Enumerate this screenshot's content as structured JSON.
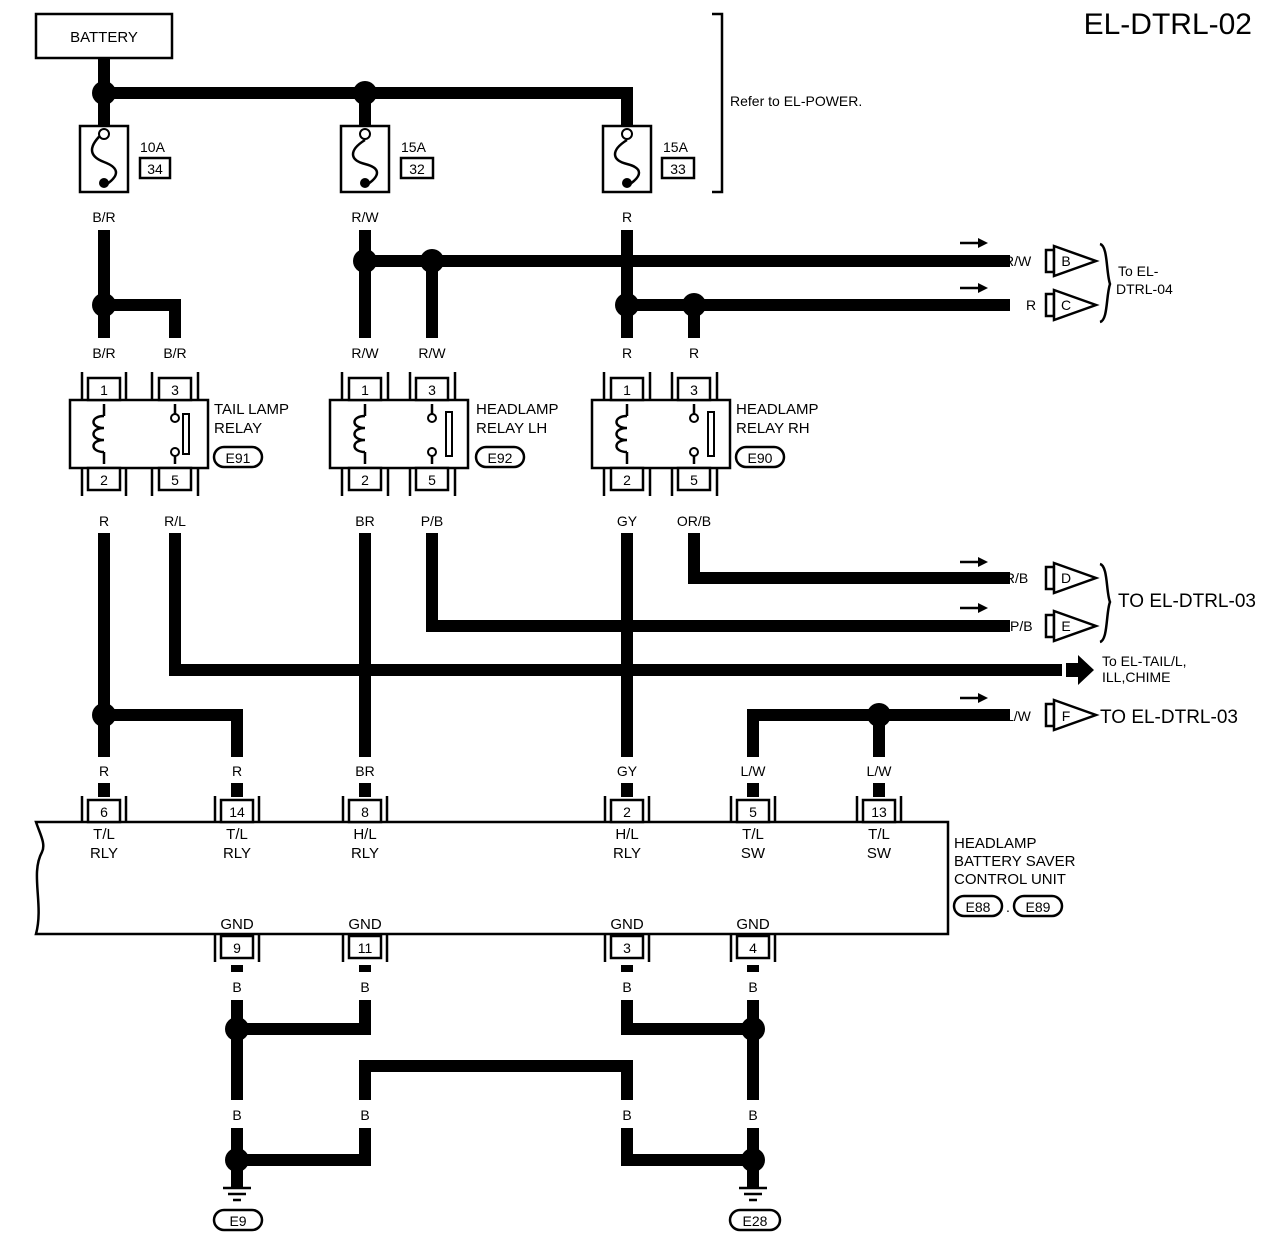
{
  "page_id": "EL-DTRL-02",
  "battery": "BATTERY",
  "refer_power": "Refer to EL-POWER.",
  "fuses": [
    {
      "amp": "10A",
      "num": "34"
    },
    {
      "amp": "15A",
      "num": "32"
    },
    {
      "amp": "15A",
      "num": "33"
    }
  ],
  "relays": {
    "tail": {
      "name1": "TAIL LAMP",
      "name2": "RELAY",
      "conn": "E91",
      "pin1": "1",
      "pin2": "2",
      "pin3": "3",
      "pin5": "5"
    },
    "lh": {
      "name1": "HEADLAMP",
      "name2": "RELAY LH",
      "conn": "E92",
      "pin1": "1",
      "pin2": "2",
      "pin3": "3",
      "pin5": "5"
    },
    "rh": {
      "name1": "HEADLAMP",
      "name2": "RELAY RH",
      "conn": "E90",
      "pin1": "1",
      "pin2": "2",
      "pin3": "3",
      "pin5": "5"
    }
  },
  "wire_colors": {
    "br": "B/R",
    "rw": "R/W",
    "r": "R",
    "rl": "R/L",
    "brn": "BR",
    "pb": "P/B",
    "gy": "GY",
    "orb": "OR/B",
    "lw": "L/W",
    "b": "B"
  },
  "connectors": {
    "B": "B",
    "C": "C",
    "D": "D",
    "E": "E",
    "F": "F"
  },
  "destinations": {
    "dtrl04_1": "To EL-",
    "dtrl04_2": "DTRL-04",
    "dtrl03": "TO EL-DTRL-03",
    "tail1": "To  EL-TAIL/L,",
    "tail2": "ILL,CHIME",
    "dtrl03_f": "TO EL-DTRL-03"
  },
  "control_unit": {
    "name1": "HEADLAMP",
    "name2": "BATTERY SAVER",
    "name3": "CONTROL UNIT",
    "conn1": "E88",
    "conn_sep": ".",
    "conn2": "E89",
    "top_pins": [
      {
        "num": "6",
        "l1": "T/L",
        "l2": "RLY"
      },
      {
        "num": "14",
        "l1": "T/L",
        "l2": "RLY"
      },
      {
        "num": "8",
        "l1": "H/L",
        "l2": "RLY"
      },
      {
        "num": "2",
        "l1": "H/L",
        "l2": "RLY"
      },
      {
        "num": "5",
        "l1": "T/L",
        "l2": "SW"
      },
      {
        "num": "13",
        "l1": "T/L",
        "l2": "SW"
      }
    ],
    "bottom_pins": [
      {
        "num": "9",
        "label": "GND"
      },
      {
        "num": "11",
        "label": "GND"
      },
      {
        "num": "3",
        "label": "GND"
      },
      {
        "num": "4",
        "label": "GND"
      }
    ]
  },
  "grounds": {
    "left": "E9",
    "right": "E28"
  }
}
